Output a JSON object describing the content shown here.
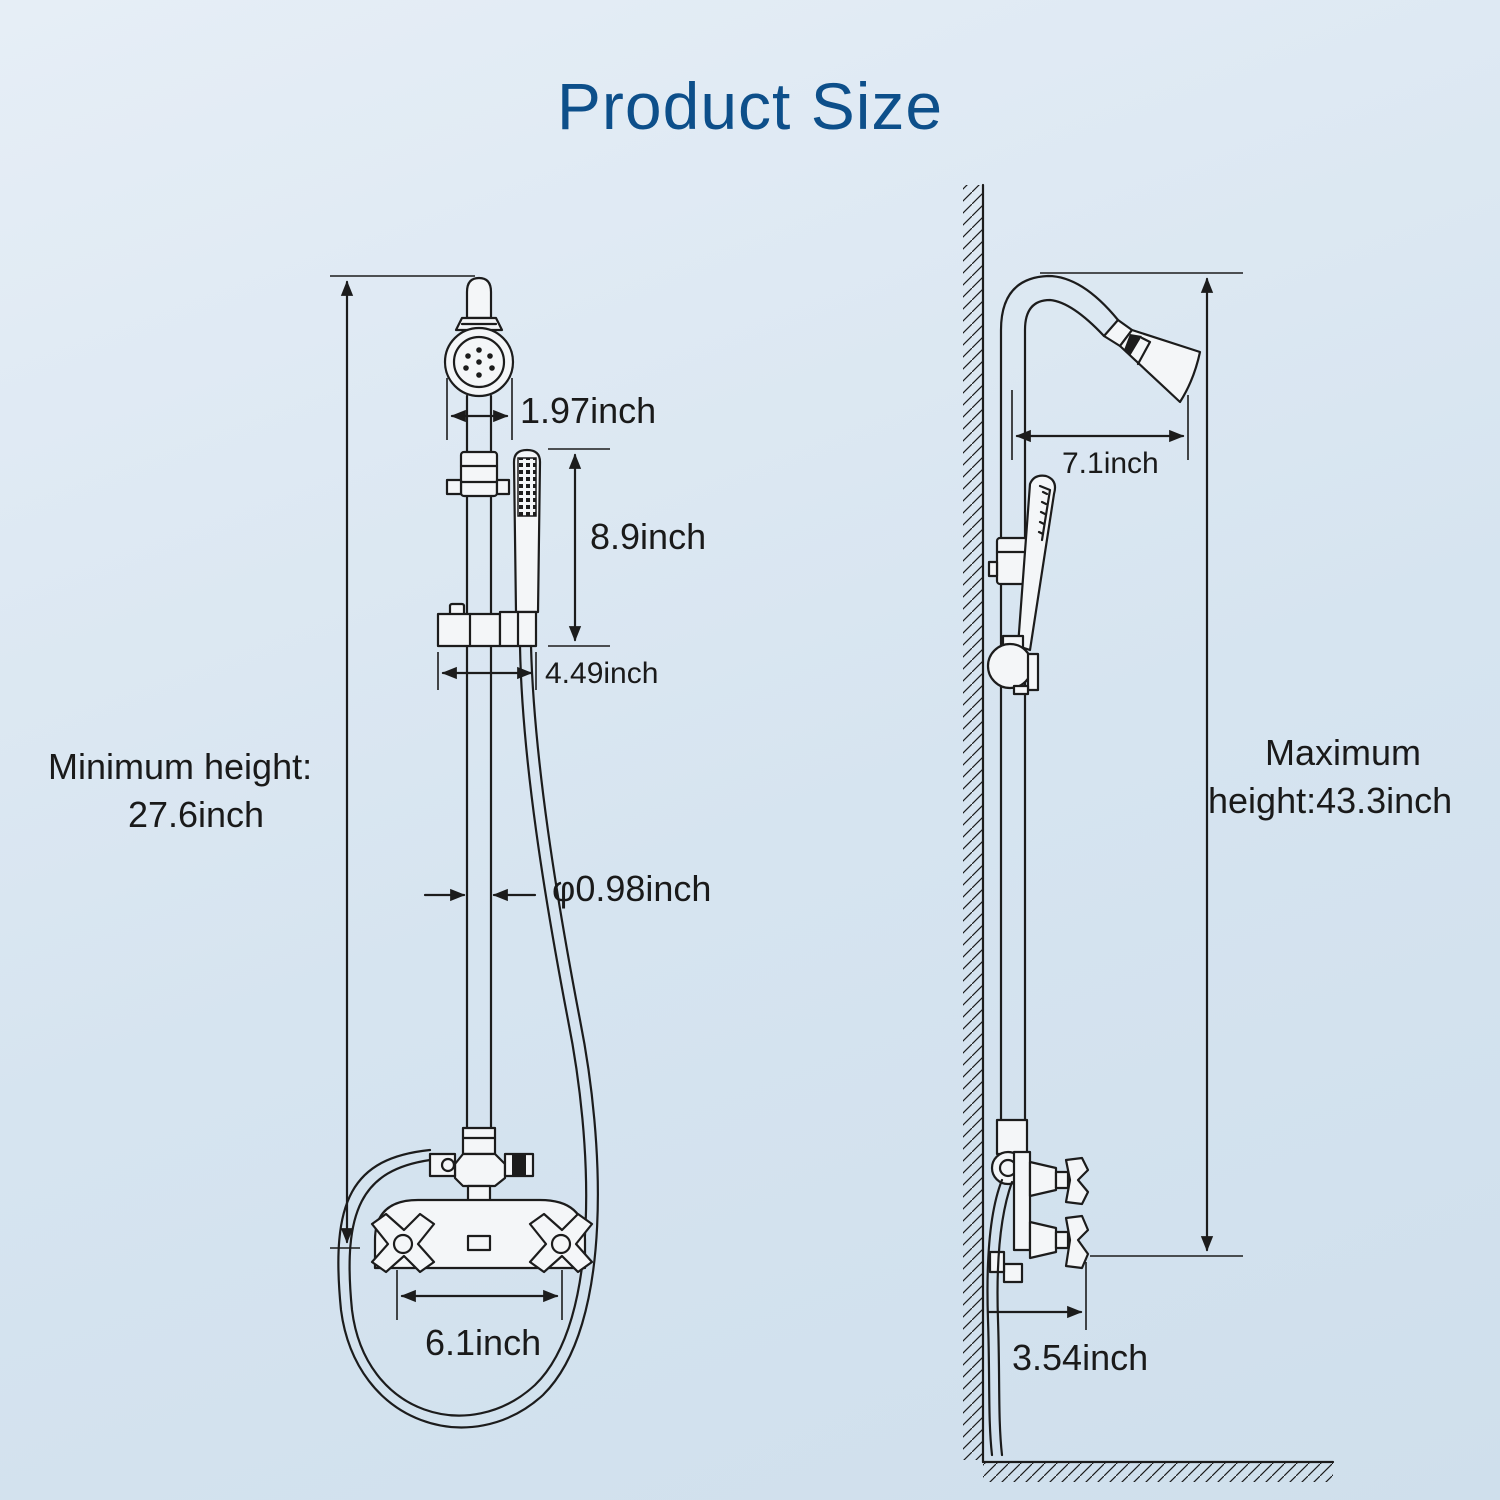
{
  "title": "Product Size",
  "front_view": {
    "min_height_label": "Minimum height:",
    "min_height_value": "27.6inch",
    "head_diameter": "1.97inch",
    "handheld_length": "8.9inch",
    "holder_width": "4.49inch",
    "pipe_diameter": "φ0.98inch",
    "faucet_width": "6.1inch"
  },
  "side_view": {
    "arm_reach": "7.1inch",
    "max_height_label": "Maximum",
    "max_height_value": "height:43.3inch",
    "faucet_depth": "3.54inch"
  },
  "colors": {
    "title": "#0d4f8a",
    "line": "#1c1c1c",
    "background": "#dce8f3"
  }
}
